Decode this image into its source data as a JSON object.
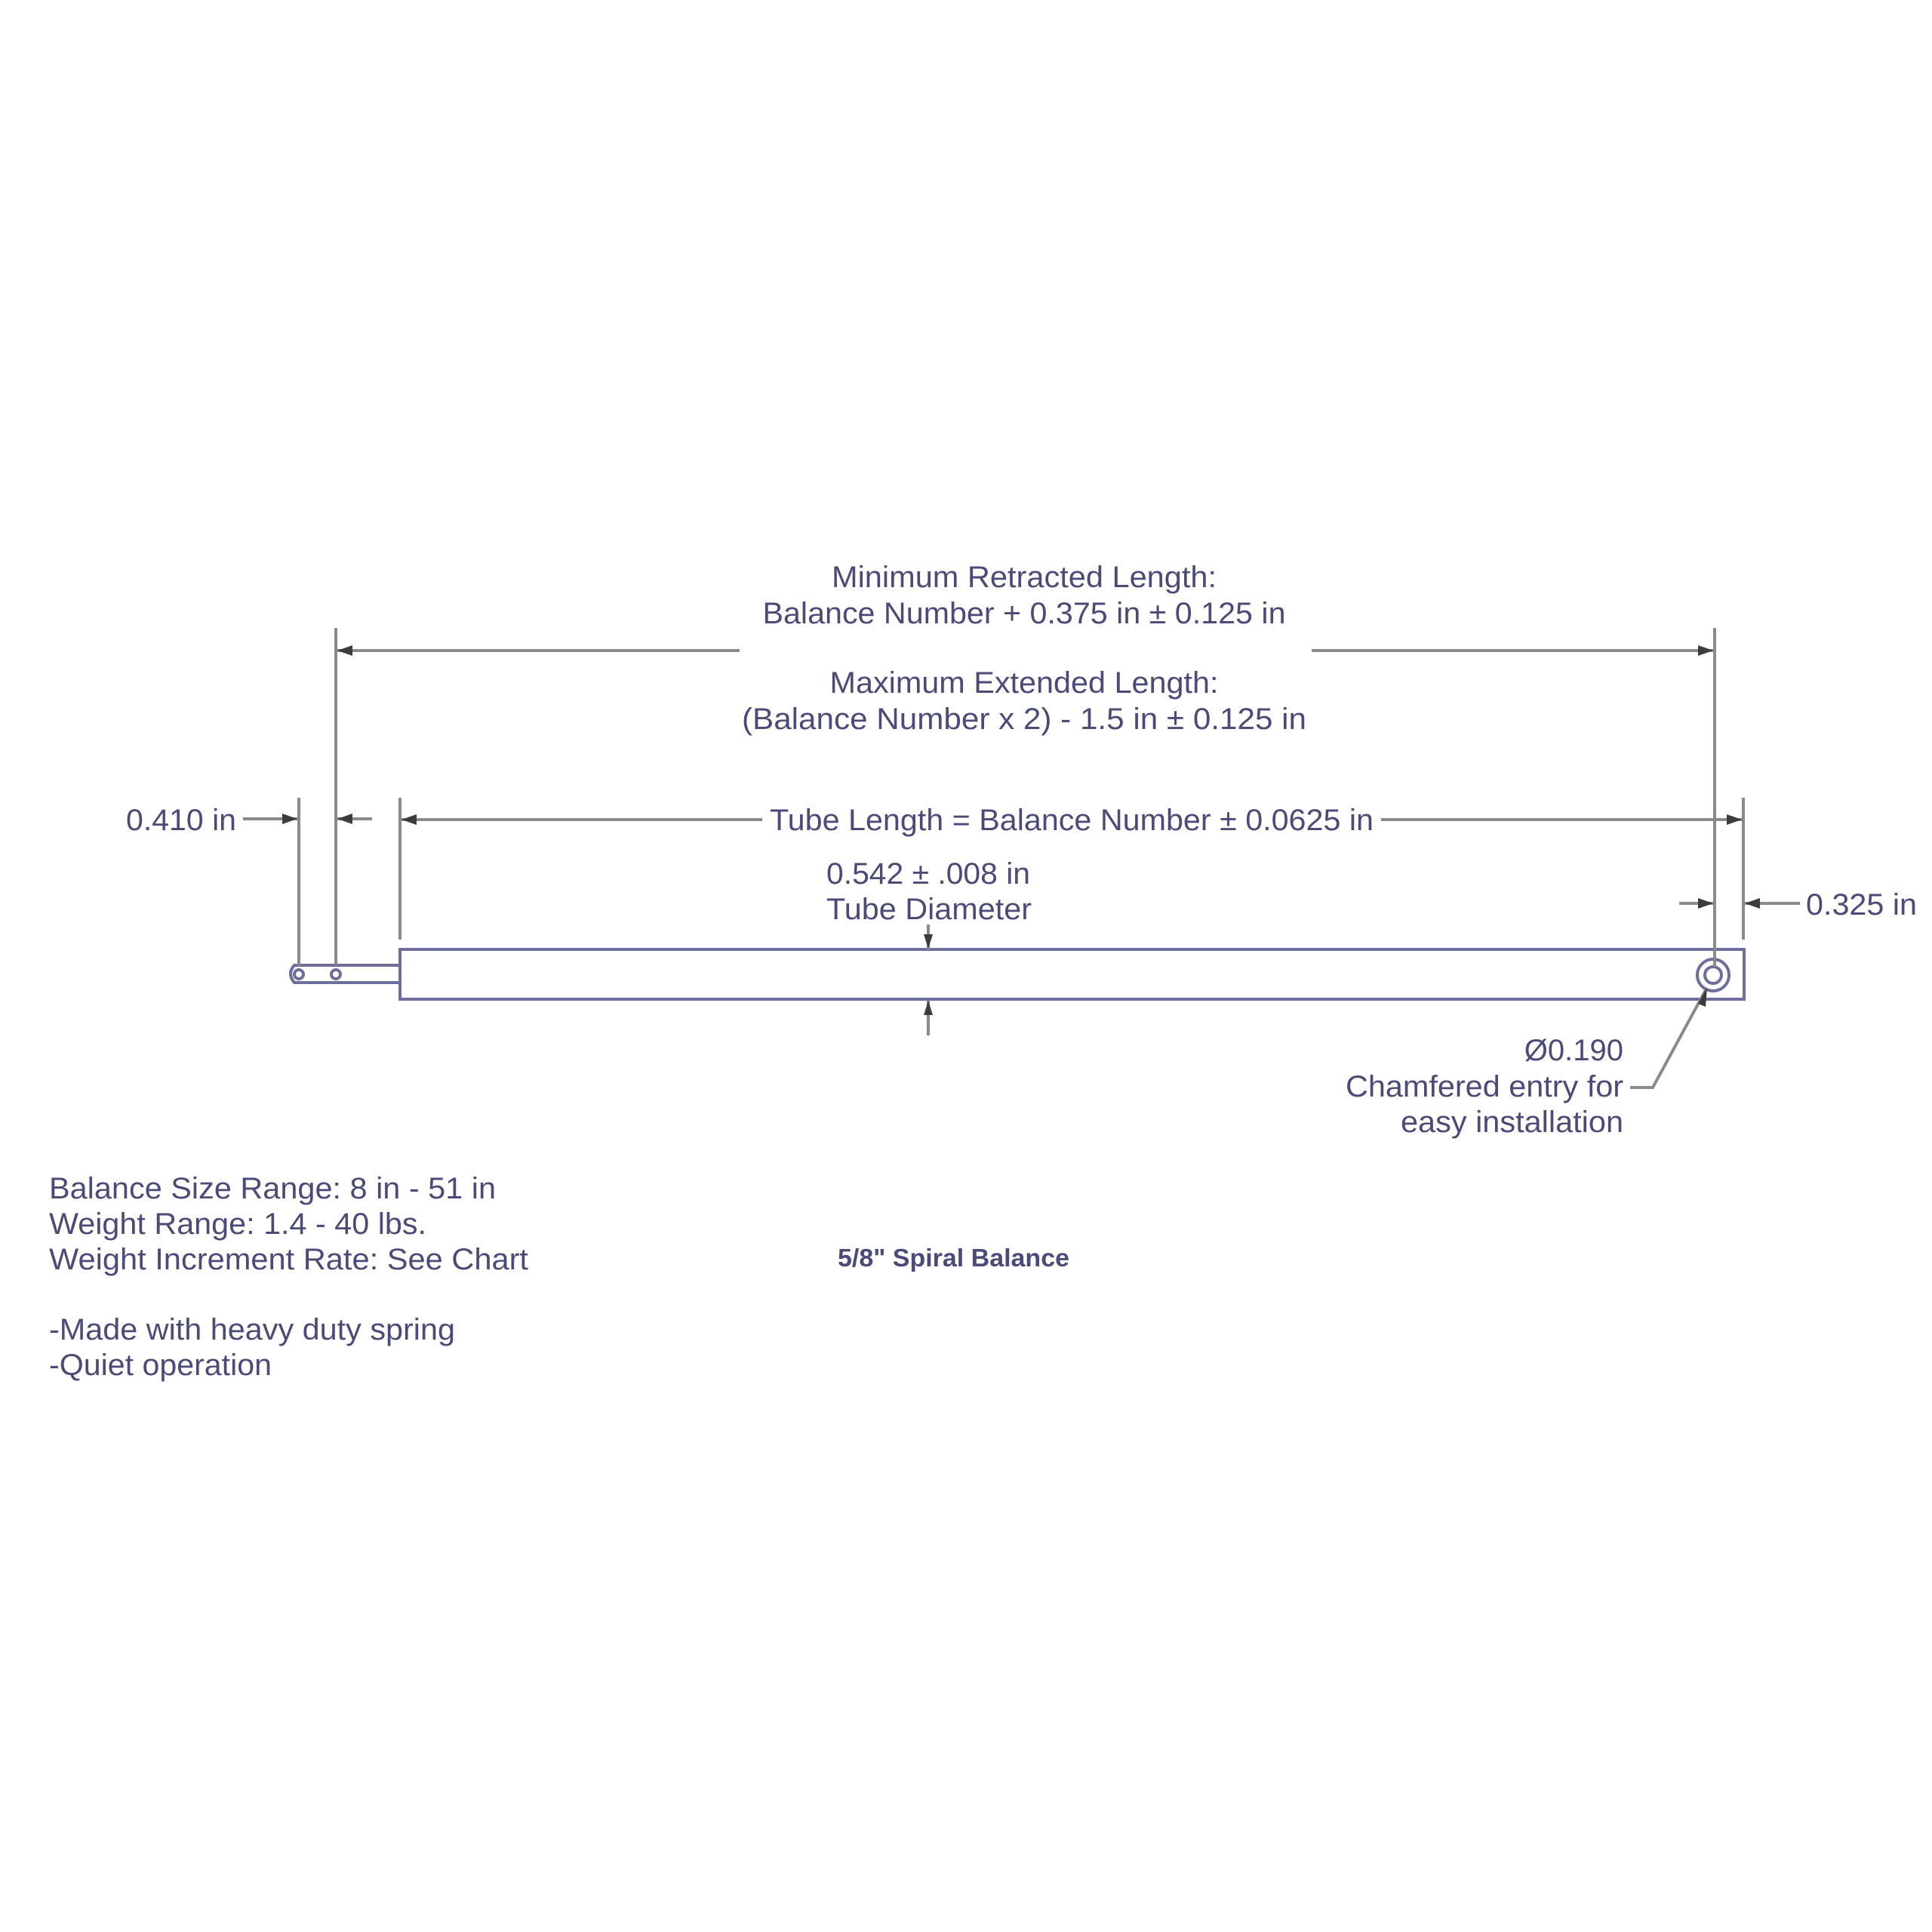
{
  "drawing": {
    "title": "5/8\" Spiral Balance",
    "colors": {
      "text": "#4b4b7a",
      "dimension_lines": "#8a8a8a",
      "part_outline": "#6d6d9e",
      "background": "#ffffff"
    },
    "dimensions": {
      "min_retracted": {
        "label": "Minimum Retracted Length:",
        "formula": "Balance Number + 0.375 in ± 0.125 in"
      },
      "max_extended": {
        "label": "Maximum Extended Length:",
        "formula": "(Balance Number  x 2) - 1.5 in ± 0.125 in"
      },
      "tube_length": "Tube Length = Balance Number ± 0.0625 in",
      "tube_diameter": {
        "value": "0.542 ± .008 in",
        "label": "Tube Diameter"
      },
      "left_offset": "0.410 in",
      "right_offset": "0.325 in",
      "hole": {
        "diameter": "Ø0.190",
        "note_line1": "Chamfered entry for",
        "note_line2": "easy installation"
      }
    },
    "specs": [
      "Balance Size Range: 8 in - 51 in",
      "Weight Range: 1.4 - 40 lbs.",
      "Weight Increment Rate: See Chart"
    ],
    "features": [
      "-Made with heavy duty spring",
      "-Quiet operation"
    ]
  }
}
